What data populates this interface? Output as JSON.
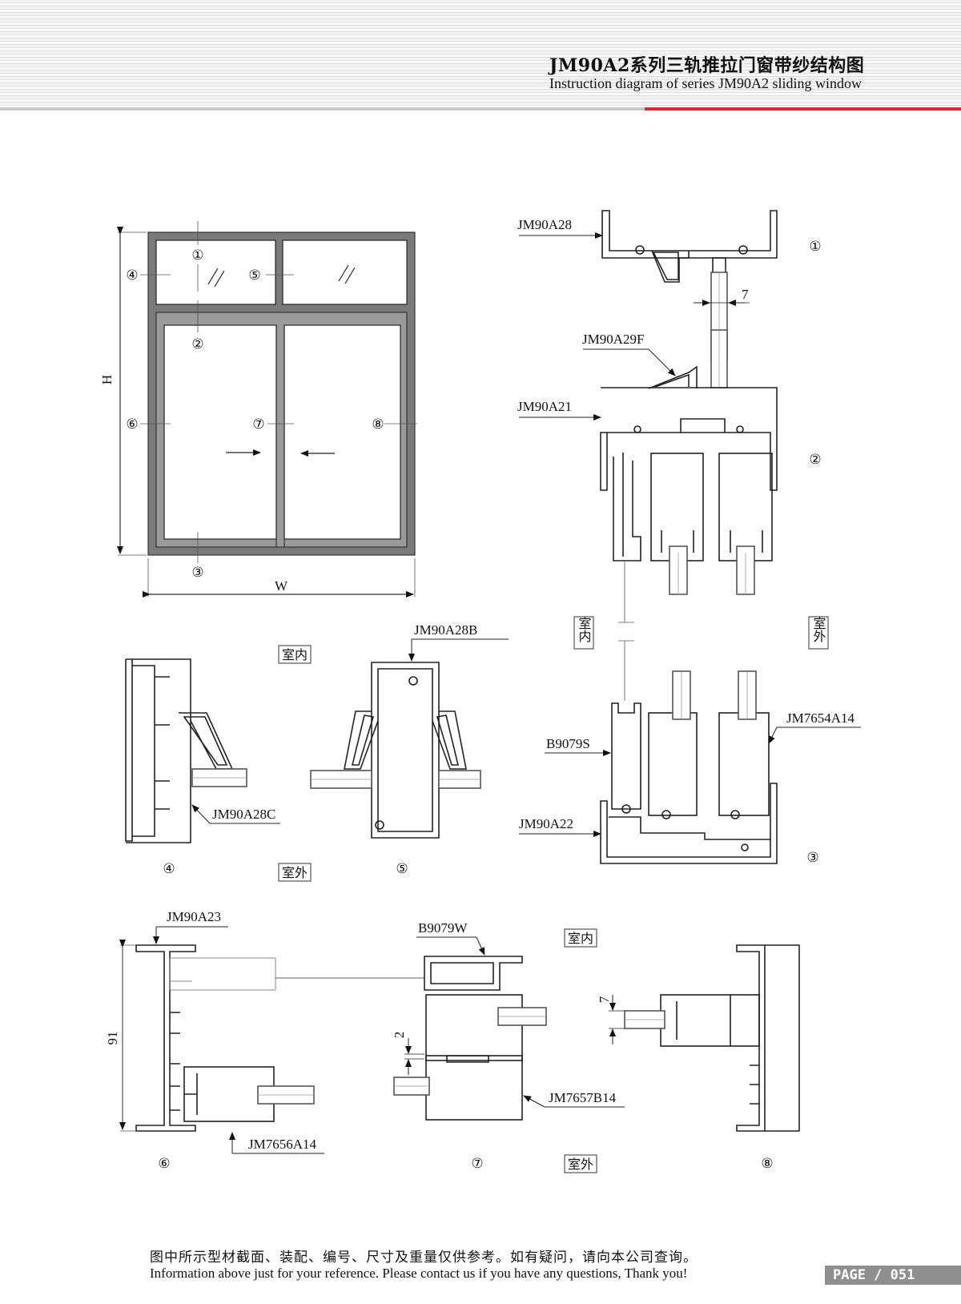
{
  "header": {
    "title_cn": "JM90A2系列三轨推拉门窗带纱结构图",
    "title_en": "Instruction diagram of series JM90A2 sliding window"
  },
  "window": {
    "height_label": "H",
    "width_label": "W"
  },
  "markers": [
    "①",
    "②",
    "③",
    "④",
    "⑤",
    "⑥",
    "⑦",
    "⑧"
  ],
  "part_codes": {
    "jm90a28": "JM90A28",
    "jm90a29f": "JM90A29F",
    "jm90a21": "JM90A21",
    "b9079s": "B9079S",
    "jm7654a14": "JM7654A14",
    "jm90a22": "JM90A22",
    "jm90a28b": "JM90A28B",
    "jm90a28c": "JM90A28C",
    "jm90a23": "JM90A23",
    "b9079w": "B9079W",
    "jm7656a14": "JM7656A14",
    "jm7657b14": "JM7657B14"
  },
  "dimensions": {
    "glass_gap_top": "7",
    "glass_gap_right": "7",
    "overlap": "2",
    "frame_depth": "91"
  },
  "side_labels": {
    "indoor": "室内",
    "outdoor": "室外"
  },
  "footer": {
    "note_cn": "图中所示型材截面、装配、编号、尺寸及重量仅供参考。如有疑问，请向本公司查询。",
    "note_en": "Information above just for your reference. Please contact us if you have any questions, Thank you!",
    "page_label": "PAGE / 051"
  }
}
